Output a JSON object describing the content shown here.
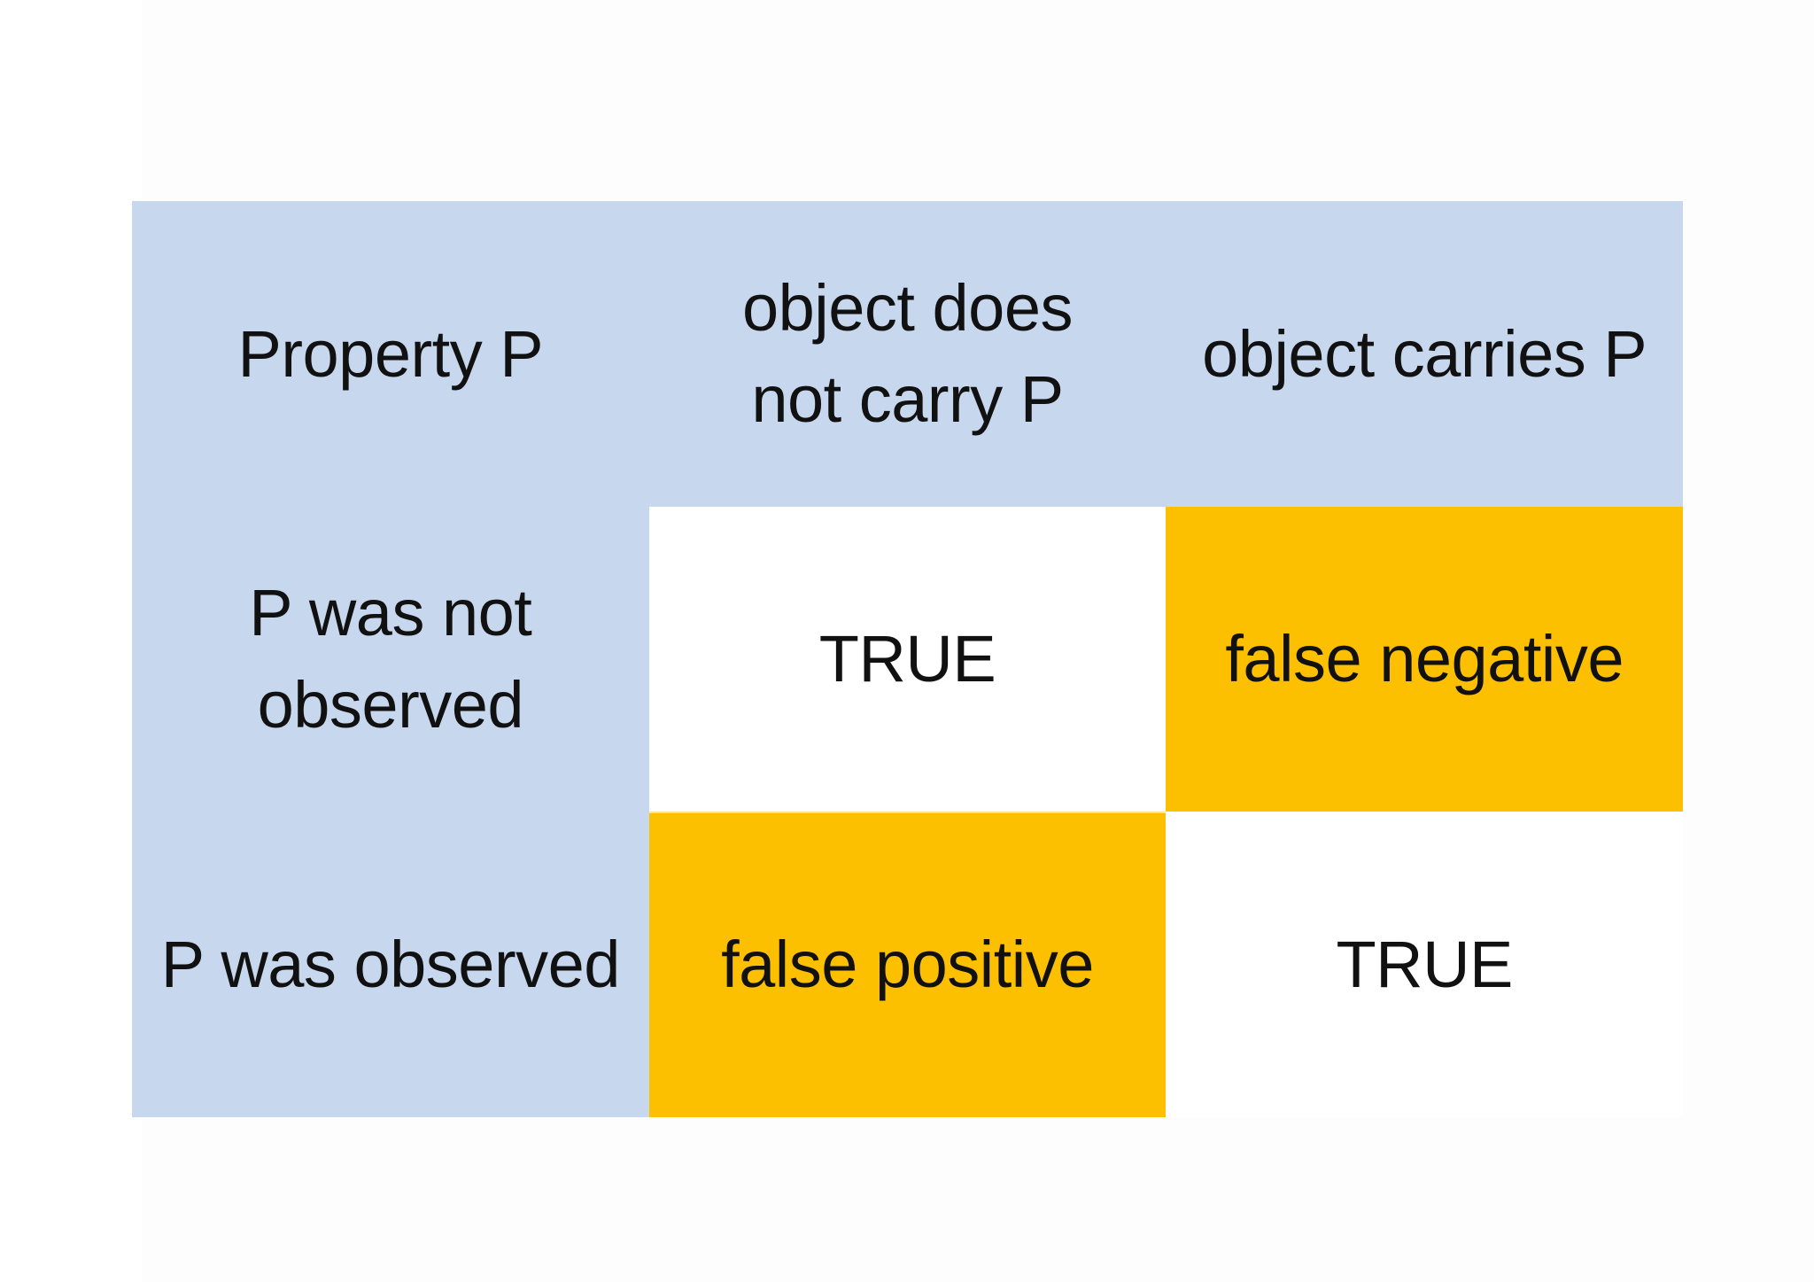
{
  "page": {
    "background": "#ffffff",
    "slide_tint": "#fdfdfe"
  },
  "matrix": {
    "title": "Property P observation truth table",
    "colors": {
      "header_bg": "#c7d7ed",
      "match_bg": "#ffffff",
      "mismatch_bg": "#fdc000",
      "text": "#111111"
    },
    "cells": [
      {
        "text": "Property P"
      },
      {
        "text": "object does\nnot carry P"
      },
      {
        "text": "object carries P"
      },
      {
        "text": "P was not\nobserved"
      },
      {
        "text": "TRUE"
      },
      {
        "text": "false negative"
      },
      {
        "text": "P was observed"
      },
      {
        "text": "false positive"
      },
      {
        "text": "TRUE"
      }
    ]
  },
  "chart_data": {
    "type": "table",
    "title": "Property P observation outcomes",
    "columns": [
      "Property P",
      "object does not carry P",
      "object carries P"
    ],
    "rows": [
      {
        "label": "P was not observed",
        "values": [
          "TRUE",
          "false negative"
        ]
      },
      {
        "label": "P was observed",
        "values": [
          "false positive",
          "TRUE"
        ]
      }
    ],
    "highlight": {
      "mismatch_cells": [
        "false negative",
        "false positive"
      ],
      "mismatch_color": "#fdc000",
      "match_cells": [
        "TRUE",
        "TRUE"
      ],
      "match_color": "#ffffff"
    }
  }
}
